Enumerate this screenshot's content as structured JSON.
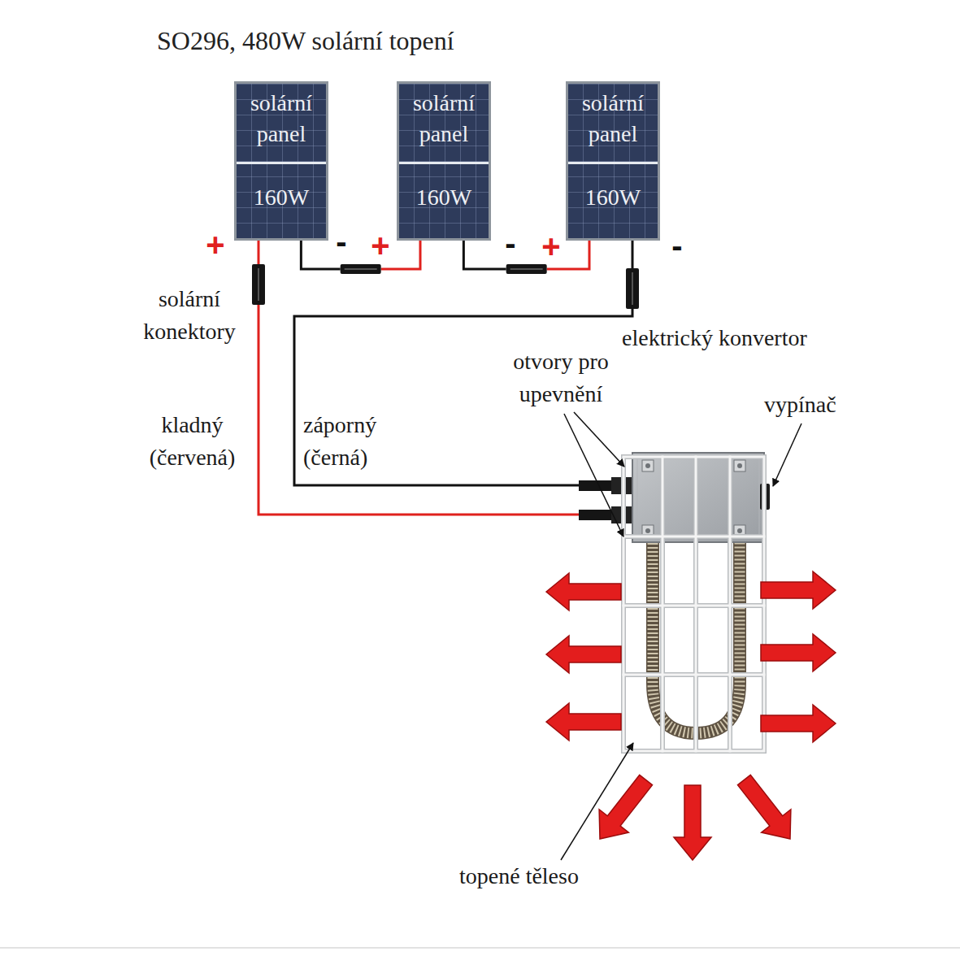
{
  "diagram": {
    "title": "SO296, 480W solární topení",
    "nodes": [
      {
        "text": [
          "solární panel",
          "160W"
        ]
      },
      {
        "text": [
          "solární panel",
          "160W"
        ]
      },
      {
        "text": [
          "solární panel",
          "160W"
        ]
      }
    ],
    "edges": [
      {
        "from": 0,
        "to": 1,
        "arrow": "none"
      },
      {
        "from": 1,
        "to": 2,
        "arrow": "none"
      }
    ],
    "labels": [
      "+",
      "-",
      "+",
      "-",
      "+",
      "-",
      "solární konektory",
      "elektrický konvertor",
      "otvory pro upevnění",
      "vypínač",
      "kladný (červená)",
      "záporný (černá)",
      "topené těleso"
    ]
  }
}
